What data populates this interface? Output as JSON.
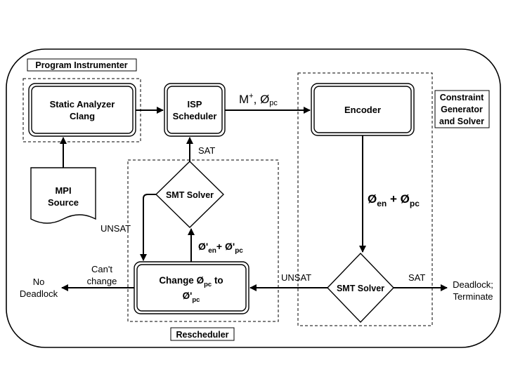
{
  "groups": {
    "program_instrumenter": "Program Instrumenter",
    "constraint_generator": [
      "Constraint",
      "Generator",
      "and Solver"
    ],
    "rescheduler": "Rescheduler"
  },
  "nodes": {
    "static_analyzer": [
      "Static Analyzer",
      "Clang"
    ],
    "isp_scheduler": [
      "ISP",
      "Scheduler"
    ],
    "encoder": "Encoder",
    "mpi_source": [
      "MPI",
      "Source"
    ],
    "smt_solver_left": "SMT Solver",
    "smt_solver_right": "SMT Solver",
    "change": {
      "line1_prefix": "Change ",
      "phi": "Ø",
      "sub_pc": "pc",
      "to": " to",
      "line2": "Ø'",
      "line2_sub": "pc"
    }
  },
  "edge_labels": {
    "mplus": {
      "m": "M",
      "sup": "+",
      "sep": ", ",
      "phi": "Ø",
      "sub": "pc"
    },
    "phi_en_pc": {
      "phi1": "Ø",
      "sub1": "en",
      "plus": " + ",
      "phi2": "Ø",
      "sub2": "pc"
    },
    "phi_prime": {
      "phi1": "Ø'",
      "sub1": "en",
      "plus": "+ ",
      "phi2": "Ø'",
      "sub2": "pc"
    },
    "sat_left": "SAT",
    "unsat_left": "UNSAT",
    "unsat_right": "UNSAT",
    "sat_right": "SAT",
    "cant_change": [
      "Can't",
      "change"
    ],
    "no_deadlock": [
      "No",
      "Deadlock"
    ],
    "deadlock_terminate": [
      "Deadlock;",
      "Terminate"
    ]
  }
}
